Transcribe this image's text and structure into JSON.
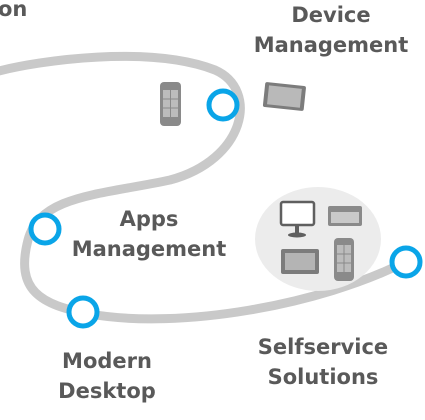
{
  "labels": {
    "top_cut": "on",
    "device_line1": "Device",
    "device_line2": "Management",
    "apps_line1": "Apps",
    "apps_line2": "Management",
    "selfservice_line1": "Selfservice",
    "selfservice_line2": "Solutions",
    "desktop_line1": "Modern",
    "desktop_line2": "Desktop"
  },
  "colors": {
    "path": "#c9c9c9",
    "node_ring": "#0aa5e8",
    "node_fill": "#ffffff",
    "text": "#595959",
    "device_fill": "#8a8a8a",
    "device_outline": "#6a6a6a",
    "cluster_bg": "#ececec"
  },
  "icons": [
    "phone-icon",
    "tablet-icon",
    "desktop-monitor-icon",
    "laptop-window-icon",
    "tablet-small-icon",
    "phone-small-icon"
  ]
}
